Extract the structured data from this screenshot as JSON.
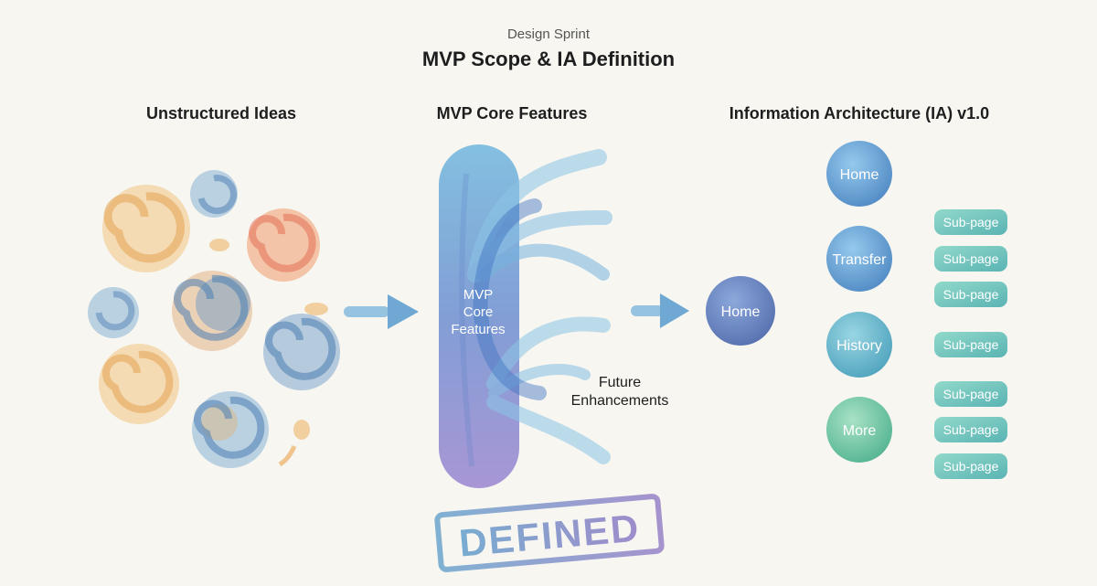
{
  "header": {
    "eyebrow": "Design Sprint",
    "title": "MVP Scope & IA Definition"
  },
  "sections": {
    "ideas": {
      "heading": "Unstructured Ideas"
    },
    "mvp": {
      "heading": "MVP Core Features",
      "core_lines": [
        "MVP",
        "Core",
        "Features"
      ],
      "future_lines": [
        "Future",
        "Enhancements"
      ],
      "stamp": "DEFINED"
    },
    "ia": {
      "heading": "Information Architecture (IA) v1.0",
      "root": "Home",
      "nodes": {
        "home": "Home",
        "transfer": "Transfer",
        "history": "History",
        "more": "More"
      },
      "subpages": {
        "transfer": [
          "Sub-page",
          "Sub-page",
          "Sub-page"
        ],
        "history": [
          "Sub-page"
        ],
        "more": [
          "Sub-page",
          "Sub-page",
          "Sub-page"
        ]
      }
    }
  },
  "colors": {
    "background": "#f7f6f1",
    "text": "#222222",
    "orange": "#e9a24a",
    "red_orange": "#e8603a",
    "blue": "#4a86c0",
    "purple": "#8a6fbf",
    "teal": "#3fa8a0",
    "green": "#5bbf96"
  }
}
